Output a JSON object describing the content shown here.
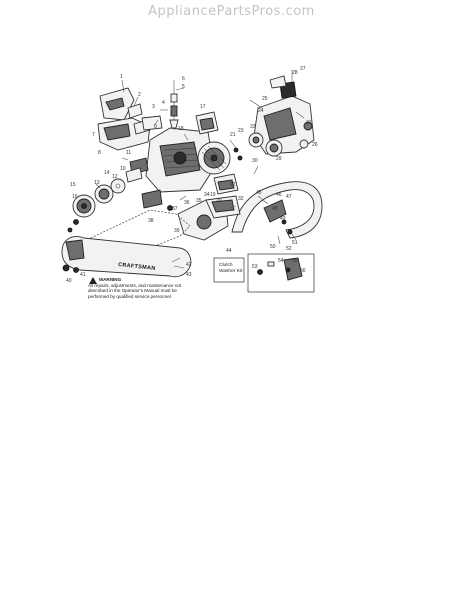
{
  "watermark": "AppliancePartsPros.com",
  "warning": {
    "heading": "WARNING",
    "text": "All repairs, adjustments, and maintenance not described in the Operator's Manual must be performed by qualified service personnel."
  },
  "kit_label": "Clutch Washer Kit",
  "bar_brand": "CRAFTSMAN",
  "callouts": {
    "c1": "1",
    "c2": "2",
    "c3": "3",
    "c4": "4",
    "c5": "5",
    "c6": "6",
    "c7": "7",
    "c8": "8",
    "c9": "9",
    "c10": "10",
    "c11": "11",
    "c12": "12",
    "c13": "13",
    "c14": "14",
    "c15": "15",
    "c16": "16",
    "c17": "17",
    "c18": "18",
    "c19": "19",
    "c20": "20",
    "c21": "21",
    "c22": "22",
    "c23": "23",
    "c24": "24",
    "c25": "25",
    "c26": "26",
    "c27": "27",
    "c28": "28",
    "c29": "29",
    "c30": "30",
    "c31": "31",
    "c32": "32",
    "c33": "33",
    "c34": "34",
    "c35": "35",
    "c36": "36",
    "c37": "37",
    "c38": "38",
    "c39": "39",
    "c40": "40",
    "c41": "41",
    "c42": "42",
    "c43": "43",
    "c44": "44",
    "c45": "45",
    "c46": "46",
    "c47": "47",
    "c48": "48",
    "c49": "49",
    "c50": "50",
    "c51": "51",
    "c52": "52",
    "c53": "53",
    "c54": "54",
    "c55": "55",
    "c56": "56"
  }
}
